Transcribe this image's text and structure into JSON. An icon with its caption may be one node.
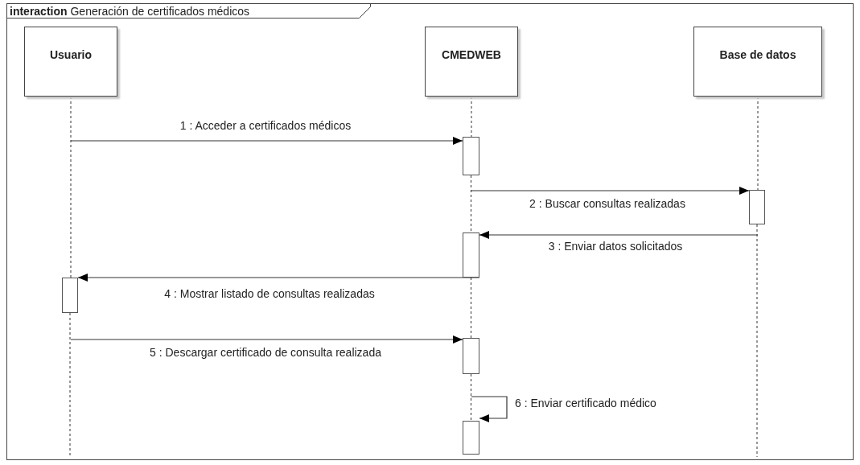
{
  "diagram": {
    "title": "**interaction** Generación de certificados médicos",
    "nodes": [
      {
        "text": [
          "Usuario"
        ]
      },
      {
        "text": [
          "CMEDWEB"
        ]
      },
      {
        "text": [
          "Base de datos"
        ]
      },
      {
        "text": [],
        "shape": "bar"
      },
      {
        "text": [],
        "shape": "bar"
      },
      {
        "text": [],
        "shape": "bar"
      },
      {
        "text": [],
        "shape": "bar"
      },
      {
        "text": [],
        "shape": "bar"
      },
      {
        "text": [],
        "shape": "bar"
      }
    ],
    "edges": [
      {
        "from": null,
        "to": 3,
        "arrow": "to",
        "label": "1 : Acceder a certificados médicos"
      },
      {
        "from": null,
        "to": 4,
        "arrow": "to",
        "label": "2 : Buscar consultas realizadas"
      },
      {
        "from": null,
        "to": 5,
        "arrow": "to",
        "label": "3 : Enviar datos solicitados"
      },
      {
        "from": 5,
        "to": 6,
        "arrow": "to",
        "label": "4 : Mostrar listado de consultas realizadas"
      },
      {
        "from": null,
        "to": 7,
        "arrow": "to",
        "label": "5 : Descargar certificado de consulta realizada"
      },
      {
        "from": null,
        "to": 8,
        "arrow": "to",
        "label": "6 : Enviar certificado médico"
      },
      {
        "from": 0,
        "to": 6,
        "arrow": "none",
        "style": "dashed"
      },
      {
        "from": 6,
        "to": null,
        "arrow": "none",
        "style": "dashed"
      },
      {
        "from": 1,
        "to": 3,
        "arrow": "none",
        "style": "dashed"
      },
      {
        "from": 3,
        "to": 5,
        "arrow": "none",
        "style": "dashed"
      },
      {
        "from": 5,
        "to": 7,
        "arrow": "none",
        "style": "dashed"
      },
      {
        "from": 7,
        "to": 8,
        "arrow": "none",
        "style": "dashed"
      },
      {
        "from": 2,
        "to": 4,
        "arrow": "none",
        "style": "dashed"
      },
      {
        "from": 4,
        "to": null,
        "arrow": "none",
        "style": "dashed"
      }
    ]
  }
}
